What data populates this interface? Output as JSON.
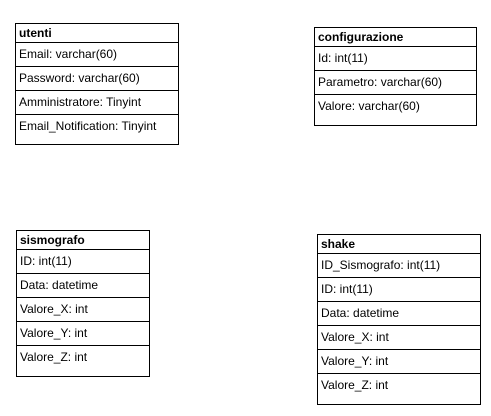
{
  "entities": [
    {
      "name": "utenti",
      "fields": [
        "Email: varchar(60)",
        "Password: varchar(60)",
        "Amministratore: Tinyint",
        "Email_Notification: Tinyint"
      ]
    },
    {
      "name": "configurazione",
      "fields": [
        "Id: int(11)",
        "Parametro: varchar(60)",
        "Valore: varchar(60)"
      ]
    },
    {
      "name": "sismografo",
      "fields": [
        "ID: int(11)",
        "Data: datetime",
        "Valore_X: int",
        "Valore_Y: int",
        "Valore_Z: int"
      ]
    },
    {
      "name": "shake",
      "fields": [
        "ID_Sismografo: int(11)",
        "ID: int(11)",
        "Data: datetime",
        "Valore_X: int",
        "Valore_Y: int",
        "Valore_Z: int"
      ]
    }
  ]
}
